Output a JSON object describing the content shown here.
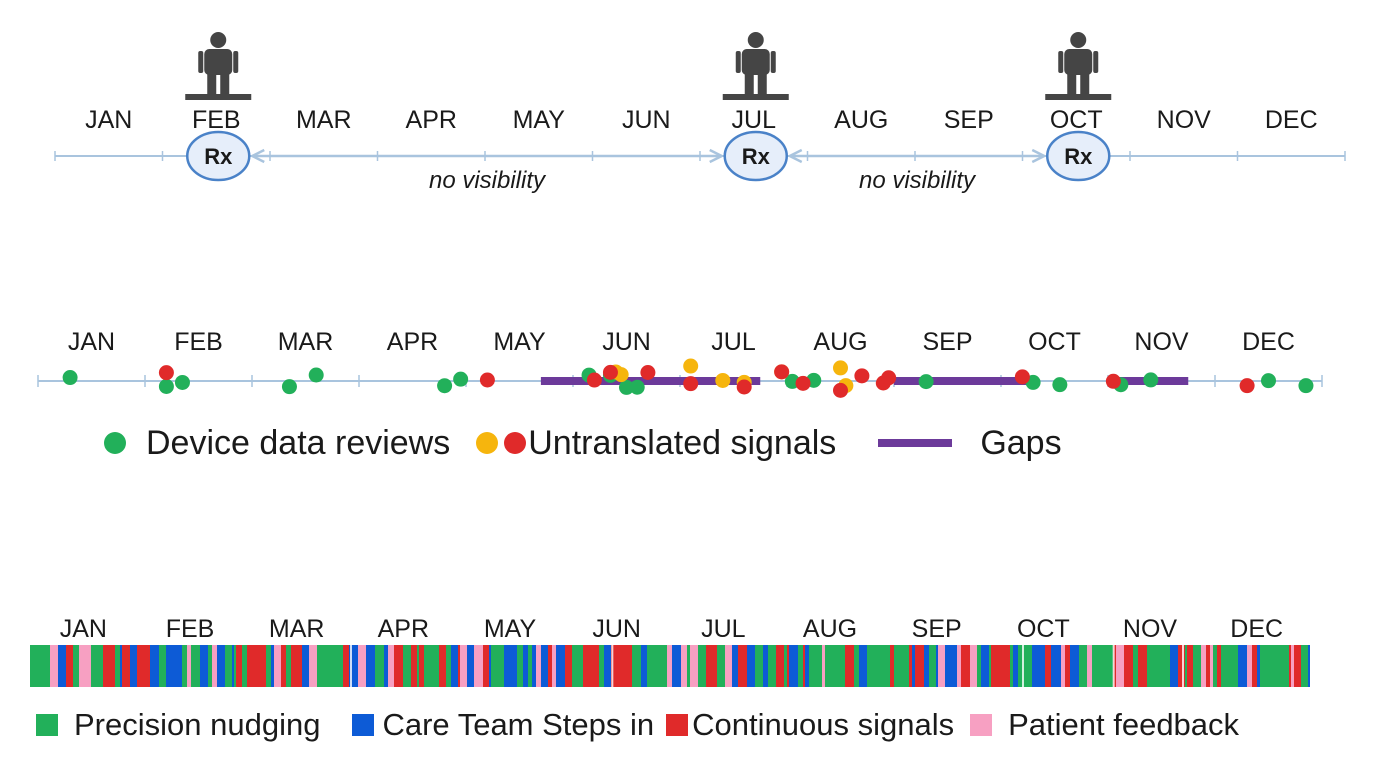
{
  "months": [
    "JAN",
    "FEB",
    "MAR",
    "APR",
    "MAY",
    "JUN",
    "JUL",
    "AUG",
    "SEP",
    "OCT",
    "NOV",
    "DEC"
  ],
  "colors": {
    "axis": "#a9c4de",
    "rx_stroke": "#4a82c8",
    "rx_fill": "#e6eefa",
    "person": "#454545",
    "green": "#22b05a",
    "orange": "#f6b50d",
    "red": "#e02a2a",
    "purple": "#6c3a9a",
    "blue": "#0d5bd6",
    "pink": "#f7a0c2"
  },
  "traditional": {
    "rx_label": "Rx",
    "rx_months": [
      "FEB",
      "JUL",
      "OCT"
    ],
    "gap_label_1": "no visibility",
    "gap_label_2": "no visibility",
    "person_icon": "person-icon"
  },
  "reactive": {
    "legend": {
      "reviews": "Device data reviews",
      "signals": "Untranslated signals",
      "gaps": "Gaps"
    },
    "reviews_month": [
      0.3,
      1.2,
      1.35,
      2.35,
      2.6,
      3.8,
      3.95,
      5.15,
      5.35,
      5.5,
      5.6,
      7.05,
      7.25,
      8.3,
      9.3,
      9.55,
      10.12,
      10.4,
      11.5,
      11.85
    ],
    "signals_orange_month": [
      5.4,
      5.45,
      6.1,
      6.4,
      6.6,
      6.95,
      7.5,
      7.55
    ],
    "signals_red_month": [
      1.2,
      4.2,
      5.2,
      5.35,
      5.7,
      6.1,
      6.6,
      6.95,
      7.15,
      7.5,
      7.7,
      7.9,
      7.95,
      9.2,
      10.05,
      11.3
    ],
    "gap_ranges_month": [
      [
        4.7,
        6.75
      ],
      [
        8.0,
        9.25
      ],
      [
        10.0,
        10.75
      ]
    ]
  },
  "continuous": {
    "legend": {
      "nudging": "Precision nudging",
      "care_team": "Care Team Steps in",
      "signals": "Continuous signals",
      "feedback": "Patient feedback"
    }
  }
}
